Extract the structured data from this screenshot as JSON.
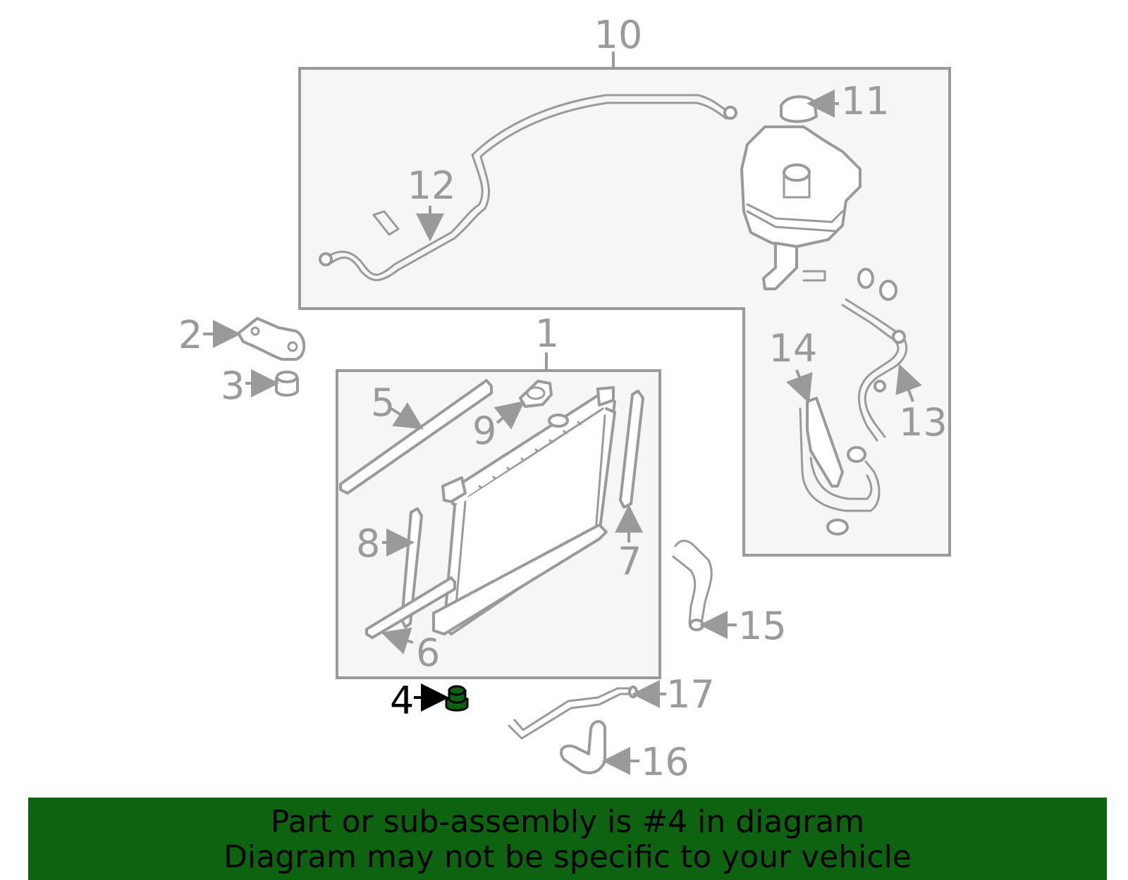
{
  "diagram": {
    "callouts": {
      "c1": "1",
      "c2": "2",
      "c3": "3",
      "c4": "4",
      "c5": "5",
      "c6": "6",
      "c7": "7",
      "c8": "8",
      "c9": "9",
      "c10": "10",
      "c11": "11",
      "c12": "12",
      "c13": "13",
      "c14": "14",
      "c15": "15",
      "c16": "16",
      "c17": "17"
    },
    "highlighted_part": "4",
    "colors": {
      "line": "#9a9a9a",
      "box_fill": "#f6f6f6",
      "highlight_part": "#0e6310",
      "banner_bg": "#0e6310"
    }
  },
  "banner": {
    "line1": "Part or sub-assembly is #4 in diagram",
    "line2": "Diagram may not be specific to your vehicle"
  }
}
